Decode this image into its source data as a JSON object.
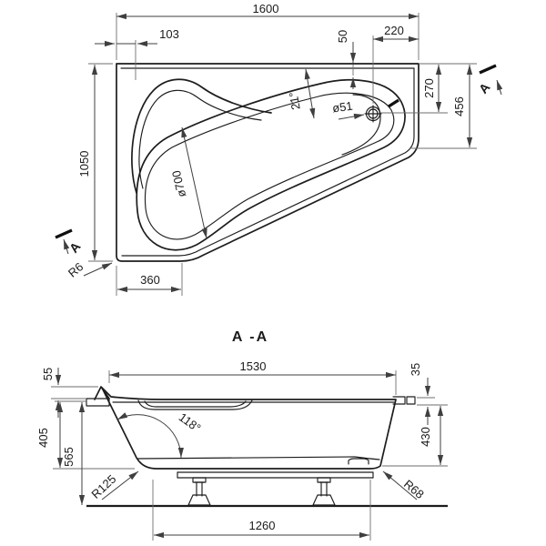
{
  "colors": {
    "background": "#ffffff",
    "line": "#1d1d1d",
    "dim_line": "#3f3f3f"
  },
  "top_view": {
    "dims": {
      "overall_width": "1600",
      "offset_left": "103",
      "rim_to_basin": "50",
      "drain_to_right_edge": "220",
      "top_to_drain": "270",
      "right_edge_depth": "456",
      "overall_depth": "1050",
      "bottom_edge_width": "360",
      "corner_radius": "R6",
      "basin_width": "ø700",
      "drain_diameter": "ø51",
      "basin_tilt_angle": "21°"
    },
    "section_marks": {
      "start": "A",
      "end": "A"
    }
  },
  "section_view": {
    "title": "A -A",
    "dims": {
      "inner_length": "1530",
      "headrest_rise": "55",
      "rim_edge_height": "35",
      "skirt_height": "405",
      "overall_height": "565",
      "right_side_height": "430",
      "backrest_angle": "118°",
      "skirt_radius": "R125",
      "base_radius": "R68",
      "support_span": "1260"
    }
  }
}
